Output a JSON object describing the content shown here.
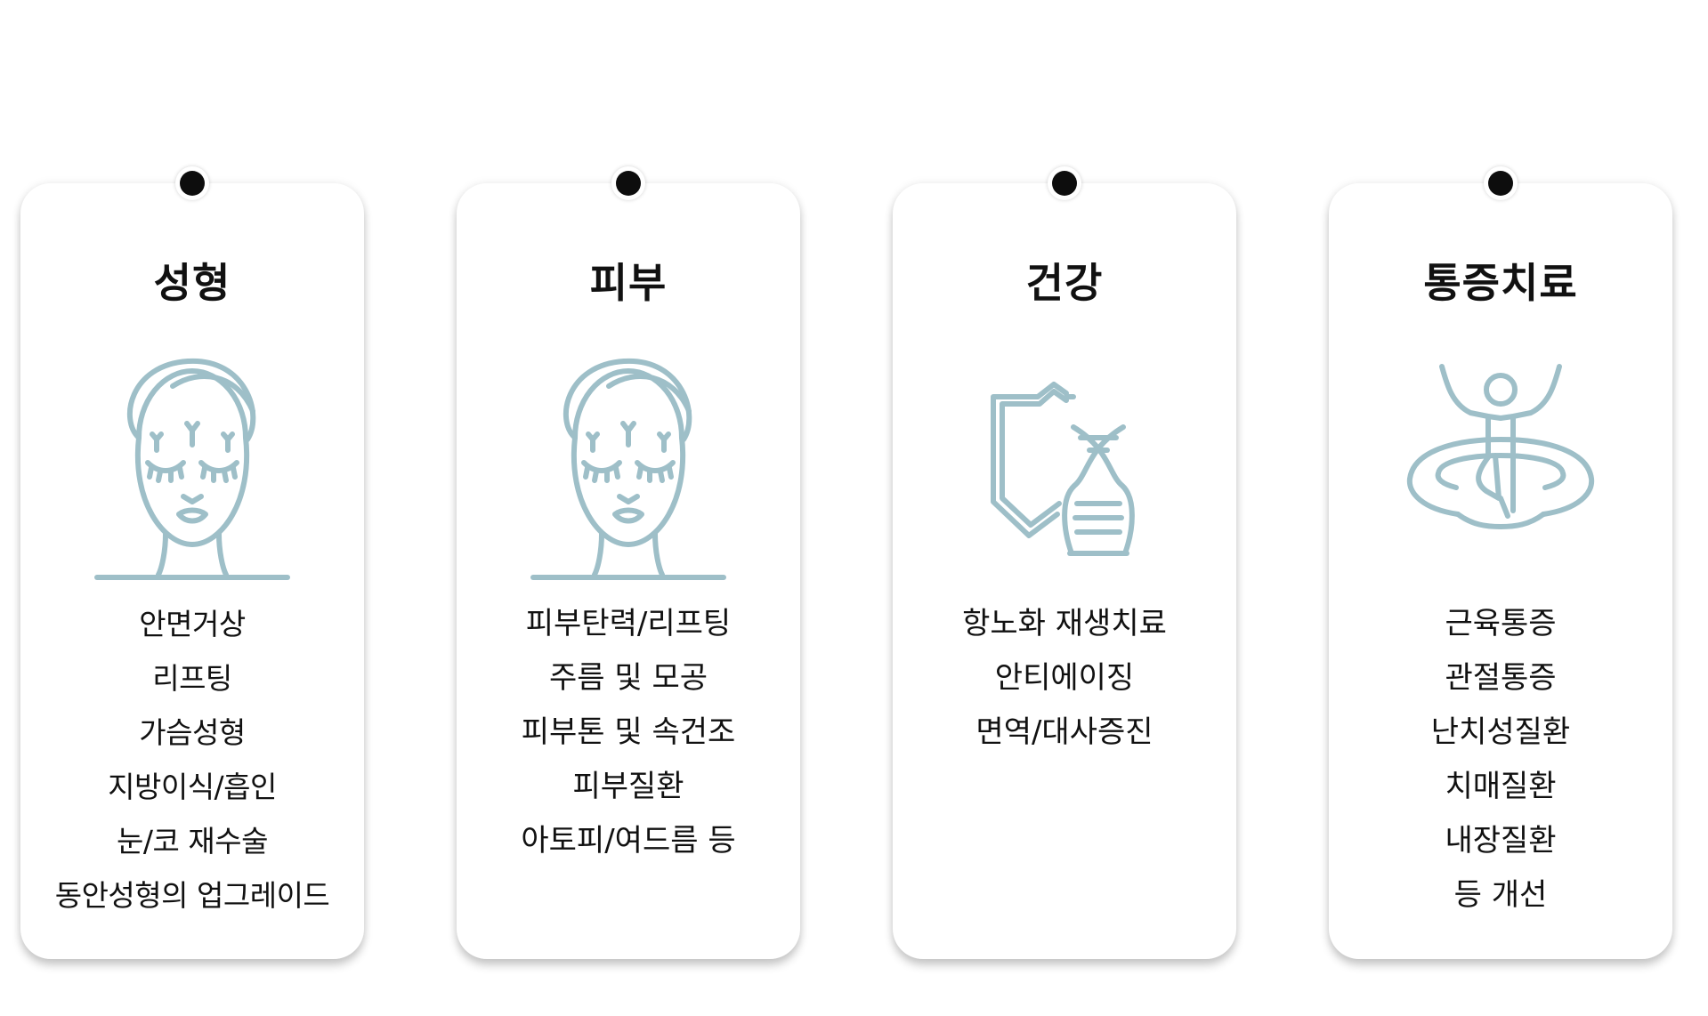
{
  "accent_color": "#9ebfc8",
  "pin_color": "#0d0d0d",
  "cards": [
    {
      "title": "성형",
      "icon": "face-lift-icon",
      "items": [
        "안면거상",
        "리프팅",
        "가슴성형",
        "지방이식/흡인",
        "눈/코 재수술",
        "동안성형의 업그레이드"
      ]
    },
    {
      "title": "피부",
      "icon": "face-lift-icon",
      "items": [
        "피부탄력/리프팅",
        "주름 및 모공",
        "피부톤 및 속건조",
        "피부질환",
        "아토피/여드름 등"
      ]
    },
    {
      "title": "건강",
      "icon": "dna-shield-icon",
      "items": [
        "항노화 재생치료",
        "안티에이징",
        "면역/대사증진"
      ]
    },
    {
      "title": "통증치료",
      "icon": "pain-relief-figure-icon",
      "items": [
        "근육통증",
        "관절통증",
        "난치성질환",
        "치매질환",
        "내장질환",
        "등 개선"
      ]
    }
  ]
}
